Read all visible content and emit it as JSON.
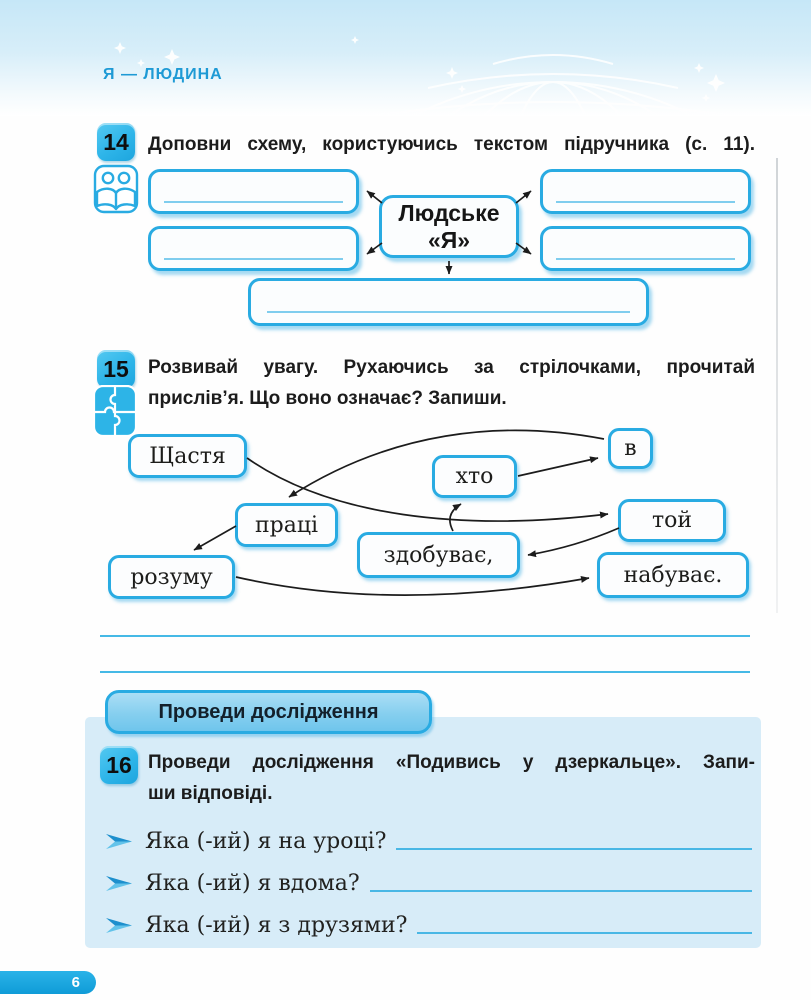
{
  "header": {
    "section_title": "Я — ЛЮДИНА"
  },
  "task14": {
    "number": "14",
    "instruction": "Доповни схему, користуючись текстом підручника (с. 11).",
    "center_box_line1": "Людське",
    "center_box_line2": "«Я»"
  },
  "task15": {
    "number": "15",
    "instruction_line1": "Розвивай увагу. Рухаючись за стрілочками, прочитай",
    "instruction_line2": "прислів’я. Що воно означає? Запиши.",
    "words": [
      "Щастя",
      "в",
      "хто",
      "праці",
      "той",
      "здобуває,",
      "розуму",
      "набуває."
    ]
  },
  "research_banner": {
    "label": "Проведи дослідження"
  },
  "task16": {
    "number": "16",
    "instruction_line1": "Проведи дослідження «Подивись у дзеркальце». Запи-",
    "instruction_line2": "ши відповіді.",
    "questions": [
      "Яка (-ий) я на уроці?",
      "Яка (-ий) я вдома?",
      "Яка (-ий) я з друзями?"
    ]
  },
  "footer": {
    "page_number": "6"
  },
  "icons": {
    "task14_icon": "reading-people-icon",
    "task15_icon": "puzzle-icon",
    "question_bullet": "arrow-bullet-icon"
  },
  "colors": {
    "accent_cyan": "#29abe2",
    "badge_cyan": "#2eb5e9",
    "panel_blue": "#d7ecf8",
    "title_blue": "#1e9ad5",
    "writing_line": "#45b9e6",
    "footer_blue": "#139fd9"
  }
}
